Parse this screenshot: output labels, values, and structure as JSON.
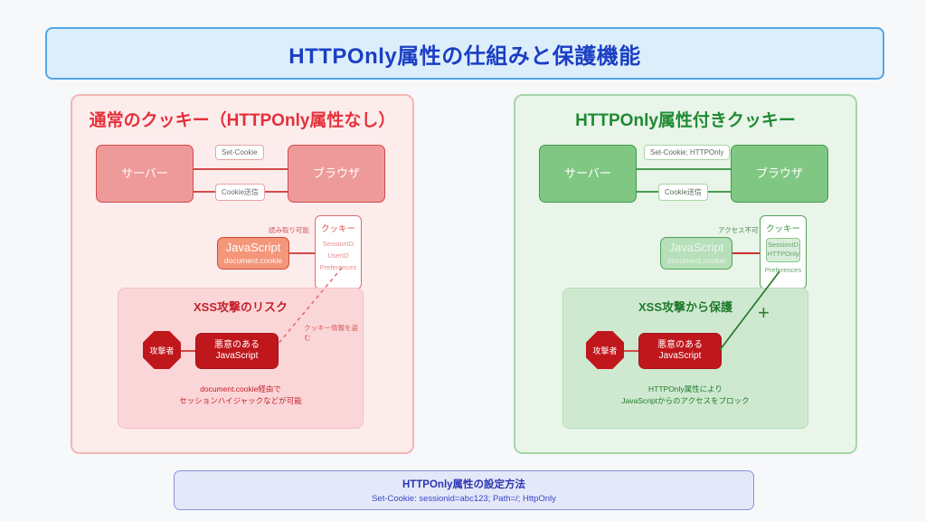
{
  "title": "HTTPOnly属性の仕組みと保護機能",
  "left_panel": {
    "title": "通常のクッキー（HTTPOnly属性なし）",
    "server_label": "サーバー",
    "browser_label": "ブラウザ",
    "edge_top_label": "Set-Cookie",
    "edge_bottom_label": "Cookie送信",
    "js_label": "JavaScript",
    "js_sub": "document.cookie",
    "access_label": "読み取り可能",
    "cookie": {
      "title": "クッキー",
      "items": [
        "SessionID",
        "UserID",
        "Preferences"
      ]
    },
    "xss": {
      "title": "XSS攻撃のリスク",
      "attacker": "攻撃者",
      "malicious_line1": "悪意のある",
      "malicious_line2": "JavaScript",
      "steal_label": "クッキー情報を盗む",
      "footnote_line1": "document.cookie経由で",
      "footnote_line2": "セッションハイジャックなどが可能"
    }
  },
  "right_panel": {
    "title": "HTTPOnly属性付きクッキー",
    "server_label": "サーバー",
    "browser_label": "ブラウザ",
    "edge_top_label": "Set-Cookie; HTTPOnly",
    "edge_bottom_label": "Cookie送信",
    "js_label": "JavaScript",
    "js_sub": "document.cookie",
    "access_label": "アクセス不可",
    "cookie": {
      "title": "クッキー",
      "protected_item1": "SessionID",
      "protected_item2": "HTTPOnly",
      "items": [
        "Preferences"
      ]
    },
    "xss": {
      "title": "XSS攻撃から保護",
      "attacker": "攻撃者",
      "malicious_line1": "悪意のある",
      "malicious_line2": "JavaScript",
      "blocked_marker": "+",
      "footnote_line1": "HTTPOnly属性により",
      "footnote_line2": "JavaScriptからのアクセスをブロック"
    }
  },
  "footer": {
    "heading": "HTTPOnly属性の設定方法",
    "code": "Set-Cookie: sessionid=abc123; Path=/; HttpOnly"
  },
  "colors": {
    "title_text": "#1a3fc4",
    "title_bg": "#ddeefb",
    "title_border": "#51a7e8",
    "left_accent": "#e5303a",
    "left_panel_bg": "#fdecec",
    "right_accent": "#1f8a33",
    "right_panel_bg": "#e9f5e9",
    "danger": "#c0171c",
    "footer_text": "#2b35b3"
  }
}
